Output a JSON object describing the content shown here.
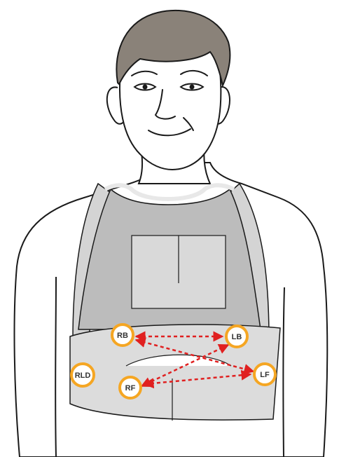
{
  "points": [
    {
      "id": "rb",
      "label": "RB"
    },
    {
      "id": "lb",
      "label": "LB"
    },
    {
      "id": "rld",
      "label": "RLD"
    },
    {
      "id": "rf",
      "label": "RF"
    },
    {
      "id": "lf",
      "label": "LF"
    }
  ],
  "colors": {
    "outline": "#1a1a1a",
    "hair": "#8a8279",
    "strap": "#d4d4d4",
    "vest": "#bcbcbc",
    "panel": "#d9d9d9",
    "belt": "#dcdcdc",
    "marker_ring": "#f5a623",
    "arrow": "#e02020"
  },
  "icons": {
    "figure": "man-wearing-posture-vest-illustration",
    "marker": "circle-badge",
    "arrow": "dashed-double-arrow"
  }
}
